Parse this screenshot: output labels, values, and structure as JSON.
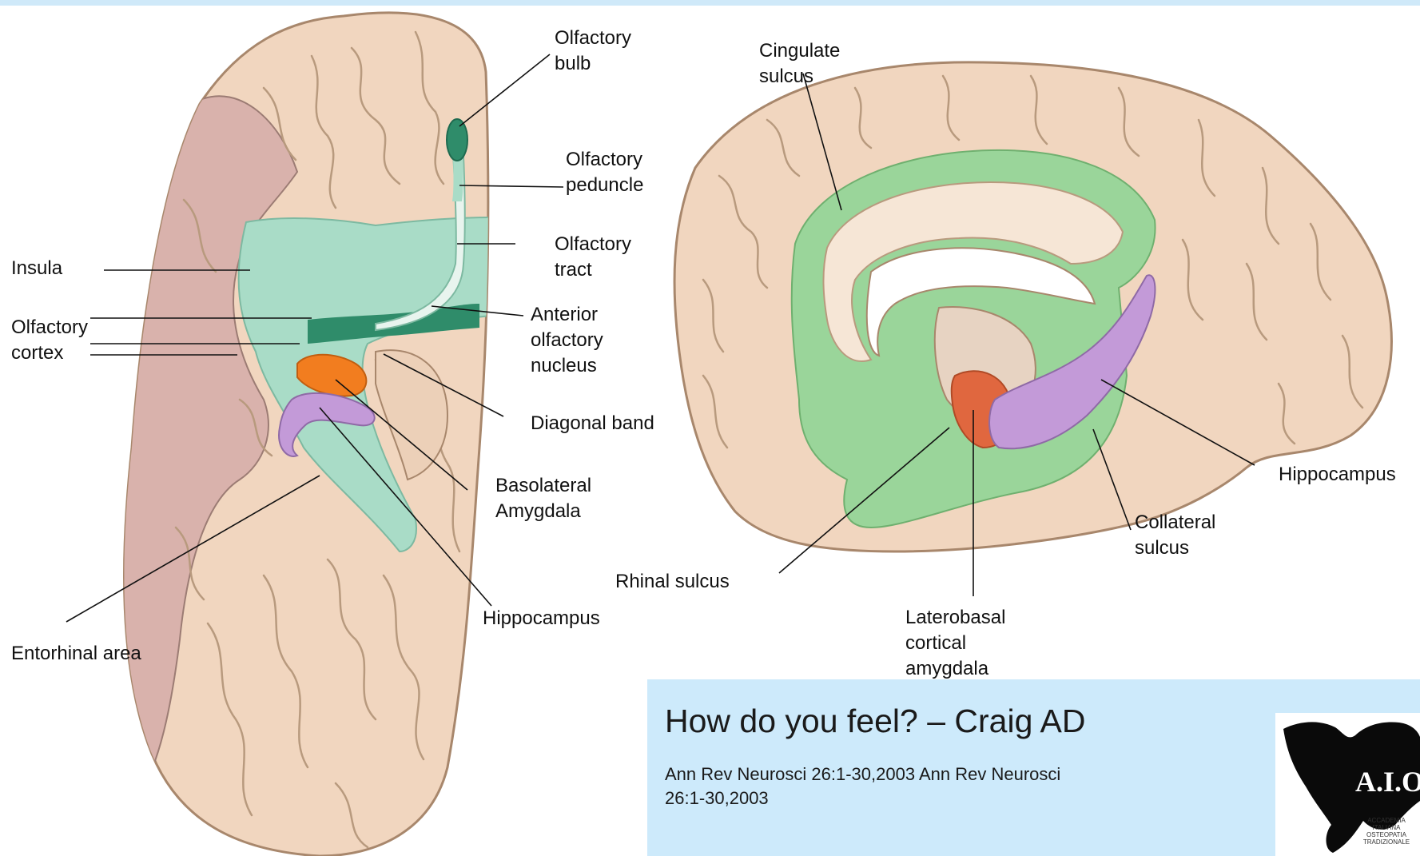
{
  "brain_views": {
    "ventral": {
      "labels": {
        "olfactory_bulb": "Olfactory\nbulb",
        "olfactory_peduncle": "Olfactory\npeduncle",
        "olfactory_tract": "Olfactory\ntract",
        "insula": "Insula",
        "olfactory_cortex": "Olfactory\ncortex",
        "anterior_olfactory_nucleus": "Anterior\nolfactory\nnucleus",
        "diagonal_band": "Diagonal band",
        "basolateral_amygdala": "Basolateral\nAmygdala",
        "hippocampus": "Hippocampus",
        "entorhinal_area": "Entorhinal area"
      }
    },
    "medial": {
      "labels": {
        "cingulate_sulcus": "Cingulate\nsulcus",
        "hippocampus": "Hippocampus",
        "collateral_sulcus": "Collateral\nsulcus",
        "rhinal_sulcus": "Rhinal sulcus",
        "laterobasal_cortical_amygdala": "Laterobasal\ncortical\namygdala"
      }
    }
  },
  "citation": {
    "title": "How do you feel? – Craig AD",
    "reference": "Ann Rev Neurosci 26:1-30,2003 Ann Rev Neurosci 26:1-30,2003"
  },
  "logo": {
    "letters": "A.I.O.T.",
    "caption": "ACCADEMIA\nITALIANA\nOSTEOPATIA\nTRADIZIONALE"
  },
  "colors": {
    "brain_tissue": "#f1d6bf",
    "gyri_lines": "#b89a7e",
    "cut_cortex": "#d9b2ac",
    "olfactory_region": "#a9dcc7",
    "olfactory_dark": "#2f8c6a",
    "limbic_green": "#9ad59a",
    "amygdala_orange": "#f27d1f",
    "amygdala_red": "#e0673f",
    "hippocampus_purple": "#c39ad8",
    "info_box": "#cdeafb"
  }
}
